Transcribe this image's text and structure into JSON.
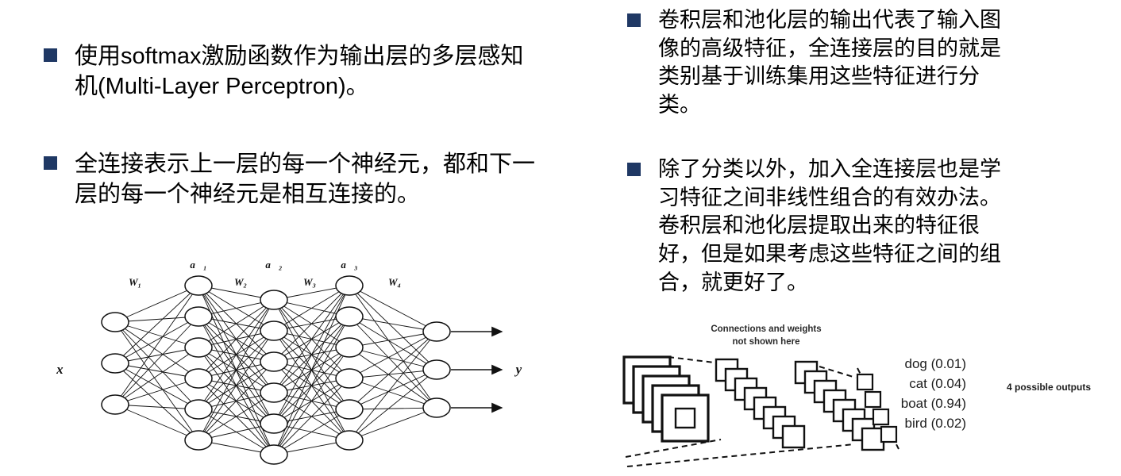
{
  "slide": {
    "bullet_color": "#1f3864",
    "left": {
      "bullets": [
        "使用softmax激励函数作为输出层的多层感知机(Multi-Layer Perceptron)。",
        "全连接表示上一层的每一个神经元，都和下一层的每一个神经元是相互连接的。"
      ],
      "mlp_diagram": {
        "input_label": "x⃗",
        "output_label": "y⃗",
        "weight_labels": [
          "W₁",
          "W₂",
          "W₃",
          "W₄"
        ],
        "activation_labels": [
          "a⃗₁",
          "a⃗₂",
          "a⃗₃"
        ]
      }
    },
    "right": {
      "bullets": [
        "卷积层和池化层的输出代表了输入图像的高级特征，全连接层的目的就是类别基于训练集用这些特征进行分类。",
        "除了分类以外，加入全连接层也是学习特征之间非线性组合的有效办法。卷积层和池化层提取出来的特征很好，但是如果考虑这些特征之间的组合，就更好了。"
      ],
      "cnn_diagram": {
        "note_lines": [
          "Connections and weights",
          "not shown here"
        ],
        "outputs": [
          "dog (0.01)",
          "cat (0.04)",
          "boat (0.94)",
          "bird (0.02)"
        ],
        "outputs_caption": "4 possible outputs"
      }
    }
  }
}
